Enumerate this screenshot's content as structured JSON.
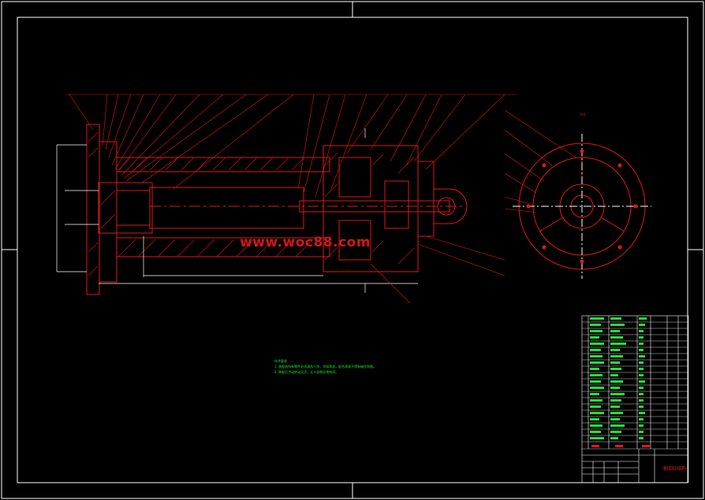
{
  "drawing": {
    "watermark": "www.woc88.com",
    "section_label": "B-B",
    "notes": {
      "heading": "技术要求",
      "lines": [
        "1. 装配前所有零件必须清洗干净，涂润滑油，配合表面不得有碰伤划痕。",
        "2. 装配后手动转动灵活，无卡滞和异常响声。"
      ]
    },
    "title_block": {
      "name": "液压缸结构"
    },
    "colors": {
      "frame": "#ffffff",
      "part": "#e01818",
      "dimension": "#ffffff",
      "notes": "#22e03a",
      "table": "#ffffff"
    }
  }
}
